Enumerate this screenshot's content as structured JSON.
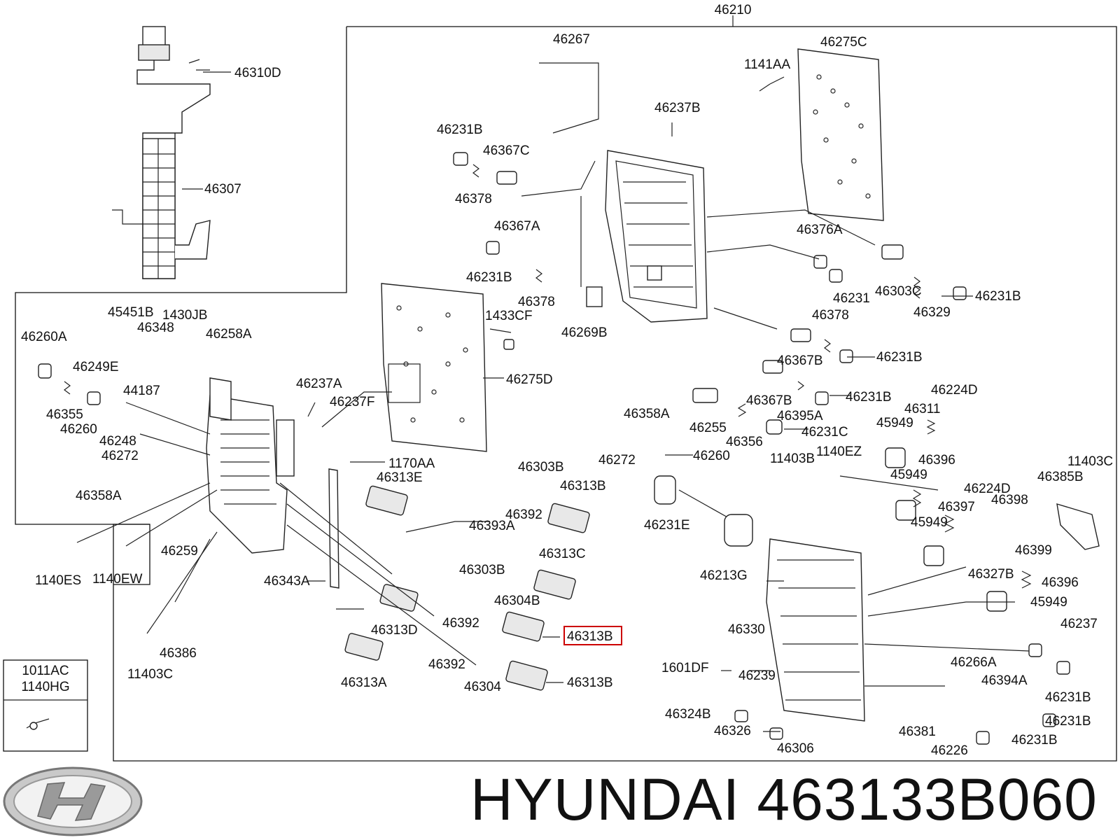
{
  "diagram": {
    "top_label": "46210",
    "labels": [
      {
        "id": "46310D",
        "text": "46310D"
      },
      {
        "id": "46307",
        "text": "46307"
      },
      {
        "id": "46267",
        "text": "46267"
      },
      {
        "id": "46275C",
        "text": "46275C"
      },
      {
        "id": "1141AA",
        "text": "1141AA"
      },
      {
        "id": "46237B",
        "text": "46237B"
      },
      {
        "id": "46231B_a",
        "text": "46231B"
      },
      {
        "id": "46367C",
        "text": "46367C"
      },
      {
        "id": "46378_a",
        "text": "46378"
      },
      {
        "id": "46367A",
        "text": "46367A"
      },
      {
        "id": "46231B_b",
        "text": "46231B"
      },
      {
        "id": "46378_b",
        "text": "46378"
      },
      {
        "id": "46376A",
        "text": "46376A"
      },
      {
        "id": "46231",
        "text": "46231"
      },
      {
        "id": "46303C",
        "text": "46303C"
      },
      {
        "id": "46231B_c",
        "text": "46231B"
      },
      {
        "id": "46329",
        "text": "46329"
      },
      {
        "id": "46378_c",
        "text": "46378"
      },
      {
        "id": "46269B",
        "text": "46269B"
      },
      {
        "id": "46367B_a",
        "text": "46367B"
      },
      {
        "id": "46231B_d",
        "text": "46231B"
      },
      {
        "id": "1433CF",
        "text": "1433CF"
      },
      {
        "id": "46275D",
        "text": "46275D"
      },
      {
        "id": "45451B",
        "text": "45451B"
      },
      {
        "id": "1430JB",
        "text": "1430JB"
      },
      {
        "id": "46348",
        "text": "46348"
      },
      {
        "id": "46260A",
        "text": "46260A"
      },
      {
        "id": "46258A",
        "text": "46258A"
      },
      {
        "id": "46249E",
        "text": "46249E"
      },
      {
        "id": "44187",
        "text": "44187"
      },
      {
        "id": "46355",
        "text": "46355"
      },
      {
        "id": "46260_a",
        "text": "46260"
      },
      {
        "id": "46248",
        "text": "46248"
      },
      {
        "id": "46272_a",
        "text": "46272"
      },
      {
        "id": "46358A_a",
        "text": "46358A"
      },
      {
        "id": "46237A",
        "text": "46237A"
      },
      {
        "id": "46237F",
        "text": "46237F"
      },
      {
        "id": "46367B_b",
        "text": "46367B"
      },
      {
        "id": "46231B_e",
        "text": "46231B"
      },
      {
        "id": "46224D_a",
        "text": "46224D"
      },
      {
        "id": "46395A",
        "text": "46395A"
      },
      {
        "id": "46311",
        "text": "46311"
      },
      {
        "id": "46255",
        "text": "46255"
      },
      {
        "id": "45949_a",
        "text": "45949"
      },
      {
        "id": "46358A_b",
        "text": "46358A"
      },
      {
        "id": "46356",
        "text": "46356"
      },
      {
        "id": "46231C",
        "text": "46231C"
      },
      {
        "id": "46272_b",
        "text": "46272"
      },
      {
        "id": "46260_b",
        "text": "46260"
      },
      {
        "id": "11403B",
        "text": "11403B"
      },
      {
        "id": "1140EZ",
        "text": "1140EZ"
      },
      {
        "id": "46396_a",
        "text": "46396"
      },
      {
        "id": "11403C_a",
        "text": "11403C"
      },
      {
        "id": "1170AA",
        "text": "1170AA"
      },
      {
        "id": "46313E",
        "text": "46313E"
      },
      {
        "id": "46303B_a",
        "text": "46303B"
      },
      {
        "id": "46313B_a",
        "text": "46313B"
      },
      {
        "id": "45949_b",
        "text": "45949"
      },
      {
        "id": "46385B",
        "text": "46385B"
      },
      {
        "id": "46224D_b",
        "text": "46224D"
      },
      {
        "id": "46392_a",
        "text": "46392"
      },
      {
        "id": "46231E",
        "text": "46231E"
      },
      {
        "id": "46397",
        "text": "46397"
      },
      {
        "id": "46398",
        "text": "46398"
      },
      {
        "id": "46393A",
        "text": "46393A"
      },
      {
        "id": "45949_c",
        "text": "45949"
      },
      {
        "id": "46399",
        "text": "46399"
      },
      {
        "id": "46259",
        "text": "46259"
      },
      {
        "id": "46313C",
        "text": "46313C"
      },
      {
        "id": "1140ES",
        "text": "1140ES"
      },
      {
        "id": "1140EW",
        "text": "1140EW"
      },
      {
        "id": "46343A",
        "text": "46343A"
      },
      {
        "id": "46303B_b",
        "text": "46303B"
      },
      {
        "id": "46213G",
        "text": "46213G"
      },
      {
        "id": "46327B",
        "text": "46327B"
      },
      {
        "id": "46396_b",
        "text": "46396"
      },
      {
        "id": "46304B",
        "text": "46304B"
      },
      {
        "id": "45949_d",
        "text": "45949"
      },
      {
        "id": "46313D",
        "text": "46313D"
      },
      {
        "id": "46392_b",
        "text": "46392"
      },
      {
        "id": "46313B_hl",
        "text": "46313B"
      },
      {
        "id": "46330",
        "text": "46330"
      },
      {
        "id": "46237",
        "text": "46237"
      },
      {
        "id": "46386",
        "text": "46386"
      },
      {
        "id": "11403C_b",
        "text": "11403C"
      },
      {
        "id": "46392_c",
        "text": "46392"
      },
      {
        "id": "1601DF",
        "text": "1601DF"
      },
      {
        "id": "46266A",
        "text": "46266A"
      },
      {
        "id": "46239",
        "text": "46239"
      },
      {
        "id": "46394A",
        "text": "46394A"
      },
      {
        "id": "46313A",
        "text": "46313A"
      },
      {
        "id": "46304",
        "text": "46304"
      },
      {
        "id": "46313B_c",
        "text": "46313B"
      },
      {
        "id": "46231B_f",
        "text": "46231B"
      },
      {
        "id": "46324B",
        "text": "46324B"
      },
      {
        "id": "46231B_g",
        "text": "46231B"
      },
      {
        "id": "46381",
        "text": "46381"
      },
      {
        "id": "46326",
        "text": "46326"
      },
      {
        "id": "46231B_h",
        "text": "46231B"
      },
      {
        "id": "46306",
        "text": "46306"
      },
      {
        "id": "46226",
        "text": "46226"
      }
    ],
    "legend_box": {
      "line1": "1011AC",
      "line2": "1140HG"
    }
  },
  "brand": {
    "name": "HYUNDAI",
    "part_number": "463133B060",
    "highlight_color": "#cc0000"
  }
}
